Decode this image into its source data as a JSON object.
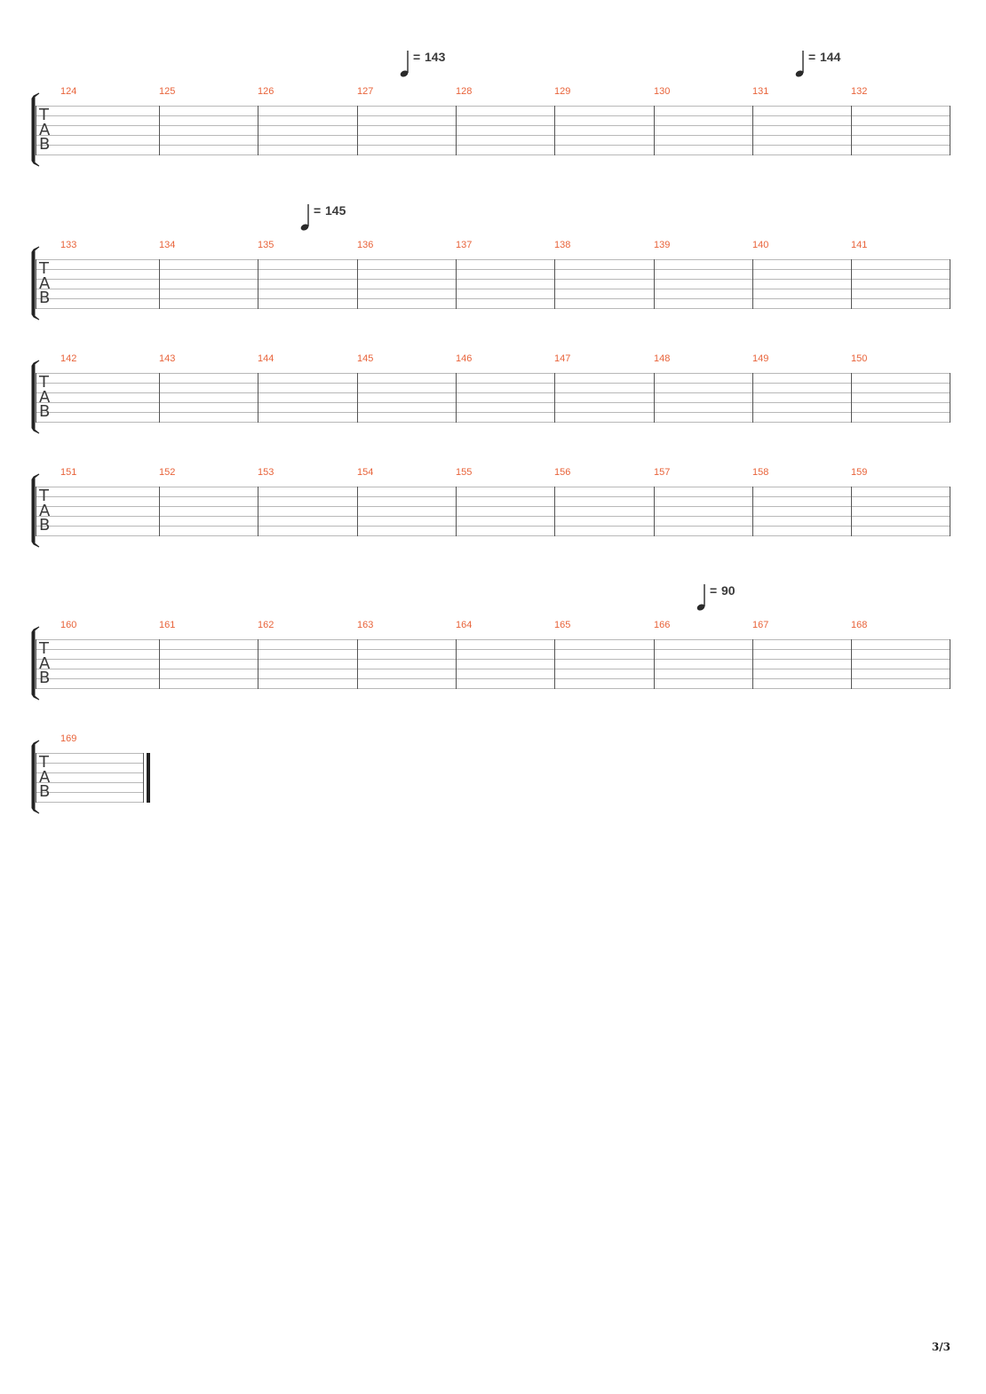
{
  "page_number": "3/3",
  "tab_clef": [
    "T",
    "A",
    "B"
  ],
  "tempo_equals": "=",
  "systems": [
    {
      "bars": [
        "124",
        "125",
        "126",
        "127",
        "128",
        "129",
        "130",
        "131",
        "132"
      ],
      "tempo_marks": [
        {
          "bar_index": 3,
          "value": "143"
        },
        {
          "bar_index": 7,
          "value": "144"
        }
      ]
    },
    {
      "bars": [
        "133",
        "134",
        "135",
        "136",
        "137",
        "138",
        "139",
        "140",
        "141"
      ],
      "tempo_marks": [
        {
          "bar_index": 2,
          "value": "145"
        }
      ]
    },
    {
      "bars": [
        "142",
        "143",
        "144",
        "145",
        "146",
        "147",
        "148",
        "149",
        "150"
      ],
      "tempo_marks": []
    },
    {
      "bars": [
        "151",
        "152",
        "153",
        "154",
        "155",
        "156",
        "157",
        "158",
        "159"
      ],
      "tempo_marks": []
    },
    {
      "bars": [
        "160",
        "161",
        "162",
        "163",
        "164",
        "165",
        "166",
        "167",
        "168"
      ],
      "tempo_marks": [
        {
          "bar_index": 6,
          "value": "90"
        }
      ]
    },
    {
      "bars": [
        "169"
      ],
      "tempo_marks": [],
      "final": true
    }
  ]
}
